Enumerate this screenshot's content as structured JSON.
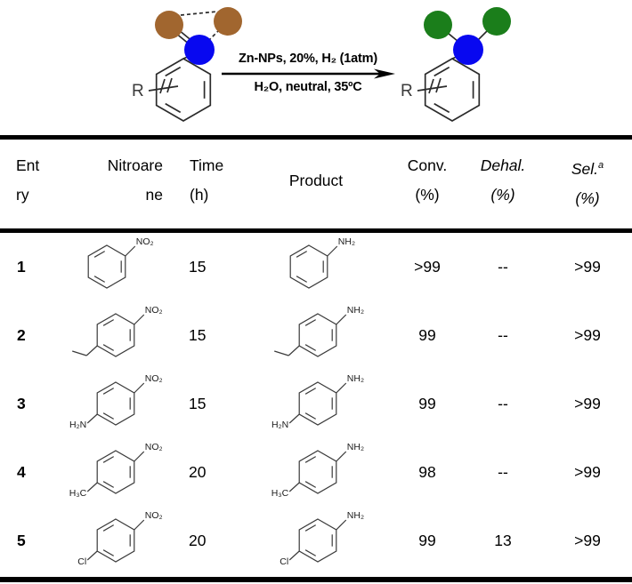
{
  "scheme": {
    "conditions_line1": "Zn-NPs, 20%, H₂ (1atm)",
    "conditions_line2": "H₂O, neutral, 35ºC",
    "reactant": {
      "r_label": "R"
    },
    "product": {
      "r_label": "R"
    },
    "colors": {
      "nitrogen_blue": "#0808f0",
      "oxygen_brown": "#a1662f",
      "hydrogen_green": "#1b7e1b",
      "bond_dark": "#2b2b2b"
    }
  },
  "table": {
    "headers": [
      {
        "id": "entry",
        "lines": [
          "Ent",
          "ry"
        ],
        "align": "left",
        "italic": false,
        "sup": ""
      },
      {
        "id": "nitroarene",
        "lines": [
          "Nitroare",
          "ne"
        ],
        "align": "right",
        "italic": false,
        "sup": ""
      },
      {
        "id": "time",
        "lines": [
          "Time",
          "(h)"
        ],
        "align": "left",
        "italic": false,
        "sup": ""
      },
      {
        "id": "product",
        "lines": [
          "Product"
        ],
        "align": "center",
        "italic": false,
        "sup": ""
      },
      {
        "id": "conv",
        "lines": [
          "Conv.",
          "(%)"
        ],
        "align": "center",
        "italic": false,
        "sup": ""
      },
      {
        "id": "dehal",
        "lines": [
          "Dehal.",
          "(%)"
        ],
        "align": "center",
        "italic": true,
        "sup": ""
      },
      {
        "id": "sel",
        "lines": [
          "Sel.",
          "(%)"
        ],
        "align": "center",
        "italic": true,
        "sup": "a"
      }
    ],
    "rows": [
      {
        "entry": "1",
        "time": "15",
        "conv": ">99",
        "dehal": "--",
        "sel": ">99",
        "nitroarene": {
          "top": "NO₂"
        },
        "product": {
          "top": "NH₂"
        }
      },
      {
        "entry": "2",
        "time": "15",
        "conv": "99",
        "dehal": "--",
        "sel": ">99",
        "nitroarene": {
          "top": "NO₂",
          "bottom_type": "ethyl"
        },
        "product": {
          "top": "NH₂",
          "bottom_type": "ethyl"
        }
      },
      {
        "entry": "3",
        "time": "15",
        "conv": "99",
        "dehal": "--",
        "sel": ">99",
        "nitroarene": {
          "top": "NO₂",
          "bottom": "H₂N"
        },
        "product": {
          "top": "NH₂",
          "bottom": "H₂N"
        }
      },
      {
        "entry": "4",
        "time": "20",
        "conv": "98",
        "dehal": "--",
        "sel": ">99",
        "nitroarene": {
          "top": "NO₂",
          "bottom": "H₃C"
        },
        "product": {
          "top": "NH₂",
          "bottom": "H₃C"
        }
      },
      {
        "entry": "5",
        "time": "20",
        "conv": "99",
        "dehal": "13",
        "sel": ">99",
        "nitroarene": {
          "top": "NO₂",
          "bottom": "Cl"
        },
        "product": {
          "top": "NH₂",
          "bottom": "Cl"
        }
      }
    ]
  }
}
